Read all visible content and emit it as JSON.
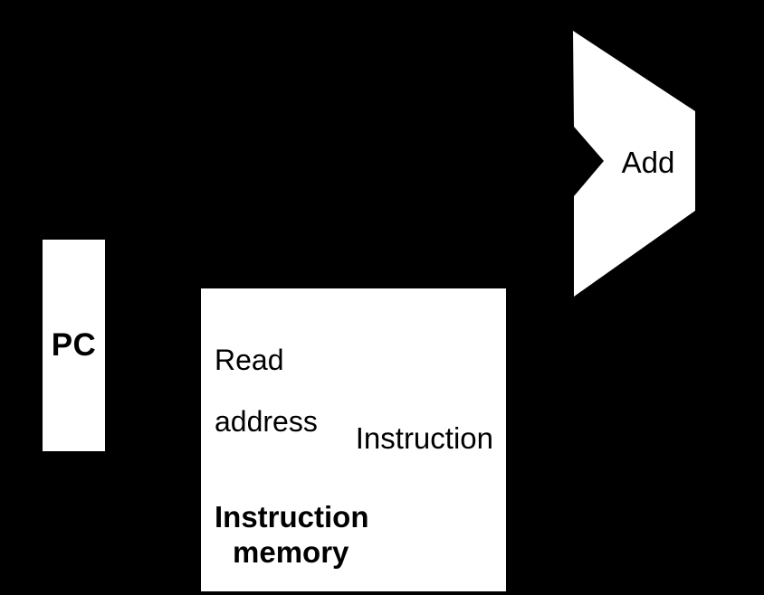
{
  "colors": {
    "background": "#000000",
    "shape_fill": "#ffffff",
    "text": "#000000"
  },
  "pc_register": {
    "label": "PC"
  },
  "instruction_memory": {
    "read_address_line1": "Read",
    "read_address_line2": "address",
    "output_label": "Instruction",
    "title_line1": "Instruction",
    "title_line2": "memory"
  },
  "adder": {
    "label": "Add"
  }
}
